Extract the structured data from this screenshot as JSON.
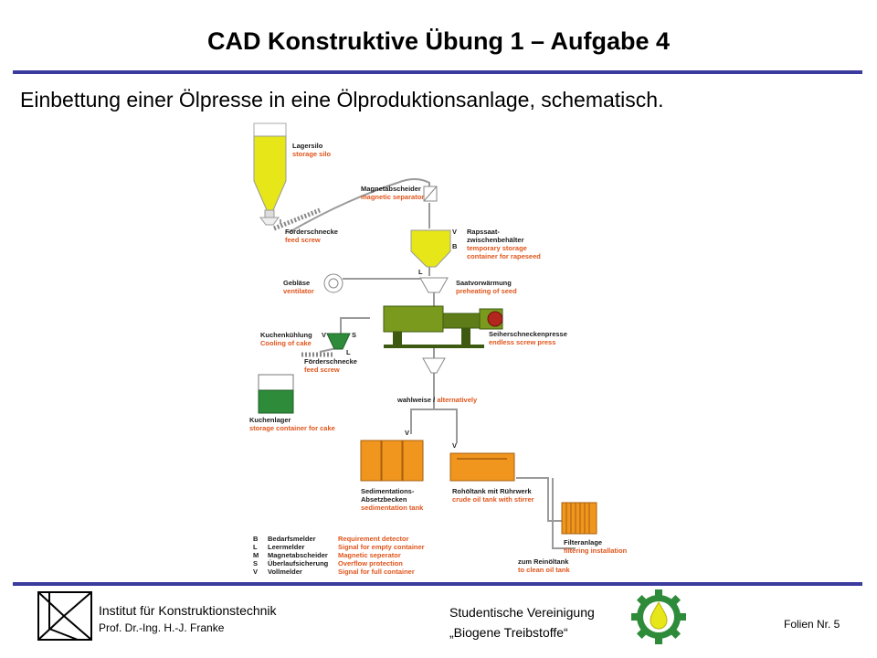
{
  "slide": {
    "title": "CAD Konstruktive Übung 1 – Aufgabe 4",
    "subtitle": "Einbettung einer Ölpresse in eine Ölproduktionsanlage, schematisch."
  },
  "schema": {
    "lagersilo_de": "Lagersilo",
    "lagersilo_en": "storage silo",
    "magnet_de": "Magnetabscheider",
    "magnet_en": "magnetic separator",
    "foerder1_de": "Förderschnecke",
    "foerder1_en": "feed screw",
    "raps_de_1": "Rapssaat-",
    "raps_de_2": "zwischenbehälter",
    "raps_en_1": "temporary storage",
    "raps_en_2": "container for rapeseed",
    "geblaese_de": "Gebläse",
    "geblaese_en": "ventilator",
    "saat_de": "Saatvorwärmung",
    "saat_en": "preheating of seed",
    "kuchenk_de": "Kuchenkühlung",
    "kuchenk_en": "Cooling of cake",
    "seiher_de": "Seiherschneckenpresse",
    "seiher_en": "endless screw press",
    "foerder2_de": "Förderschnecke",
    "foerder2_en": "feed screw",
    "kuchenl_de": "Kuchenlager",
    "kuchenl_en": "storage container for cake",
    "wahl_de": "wahlweise / ",
    "wahl_en": "alternatively",
    "sed_de_1": "Sedimentations-",
    "sed_de_2": "Absetzbecken",
    "sed_en": "sedimentation tank",
    "roh_de": "Rohöltank mit Rührwerk",
    "roh_en": "crude oil tank with stirrer",
    "filter_de": "Filteranlage",
    "filter_en": "filtering installation",
    "rein_de": "zum Reinöltank",
    "rein_en": "to clean oil tank",
    "flag_v": "V",
    "flag_b": "B",
    "flag_l": "L",
    "flag_s": "S",
    "legend": [
      {
        "code": "B",
        "de": "Bedarfsmelder",
        "en": "Requirement detector"
      },
      {
        "code": "L",
        "de": "Leermelder",
        "en": "Signal for empty container"
      },
      {
        "code": "M",
        "de": "Magnetabscheider",
        "en": "Magnetic seperator"
      },
      {
        "code": "S",
        "de": "Überlaufsicherung",
        "en": "Overflow protection"
      },
      {
        "code": "V",
        "de": "Vollmelder",
        "en": "Signal for full container"
      }
    ]
  },
  "footer": {
    "institute": "Institut für Konstruktionstechnik",
    "professor": "Prof. Dr.-Ing. H.-J. Franke",
    "club_line1": "Studentische Vereinigung",
    "club_line2": "„Biogene Treibstoffe“",
    "slide_number": "Folien Nr. 5"
  },
  "colors": {
    "rule": "#3b3b9e",
    "seed_yellow": "#e6e619",
    "cake_green": "#2e8b3a",
    "oil_orange": "#f0961e",
    "label_orange": "#e0551c"
  }
}
